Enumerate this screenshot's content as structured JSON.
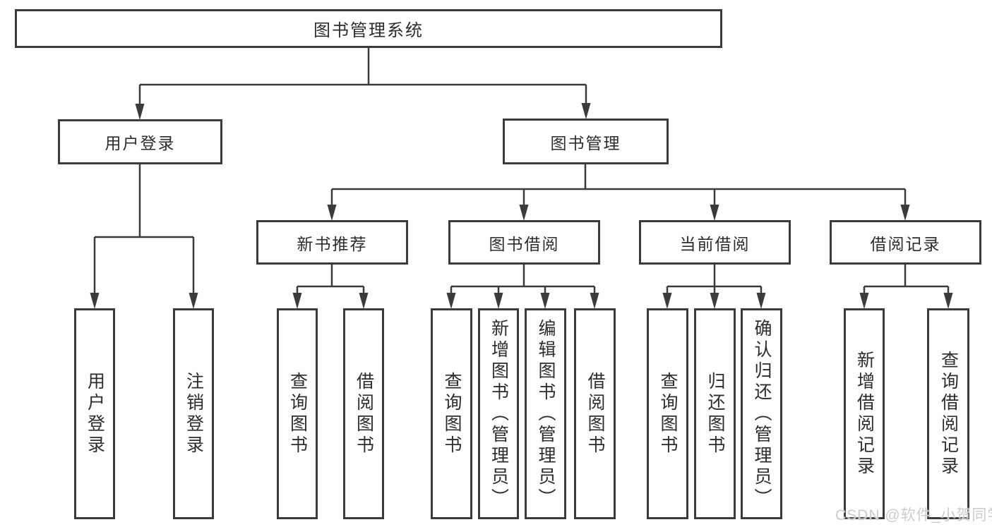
{
  "tree": {
    "label": "图书管理系统",
    "children": [
      {
        "label": "用户登录",
        "children": [
          {
            "label": "用户登录"
          },
          {
            "label": "注销登录"
          }
        ]
      },
      {
        "label": "图书管理",
        "children": [
          {
            "label": "新书推荐",
            "children": [
              {
                "label": "查询图书"
              },
              {
                "label": "借阅图书"
              }
            ]
          },
          {
            "label": "图书借阅",
            "children": [
              {
                "label": "查询图书"
              },
              {
                "label": "新增图书（管理员）"
              },
              {
                "label": "编辑图书（管理员）"
              },
              {
                "label": "借阅图书"
              }
            ]
          },
          {
            "label": "当前借阅",
            "children": [
              {
                "label": "查询图书"
              },
              {
                "label": "归还图书"
              },
              {
                "label": "确认归还（管理员）"
              }
            ]
          },
          {
            "label": "借阅记录",
            "children": [
              {
                "label": "新增借阅记录"
              },
              {
                "label": "查询借阅记录"
              }
            ]
          }
        ]
      }
    ]
  },
  "watermark": {
    "text": "CSDN @软件_小贺同学"
  },
  "colors": {
    "line": "#3b3b3b",
    "text": "#2d2d2d",
    "watermark": "#cccccc",
    "background": "#ffffff"
  }
}
